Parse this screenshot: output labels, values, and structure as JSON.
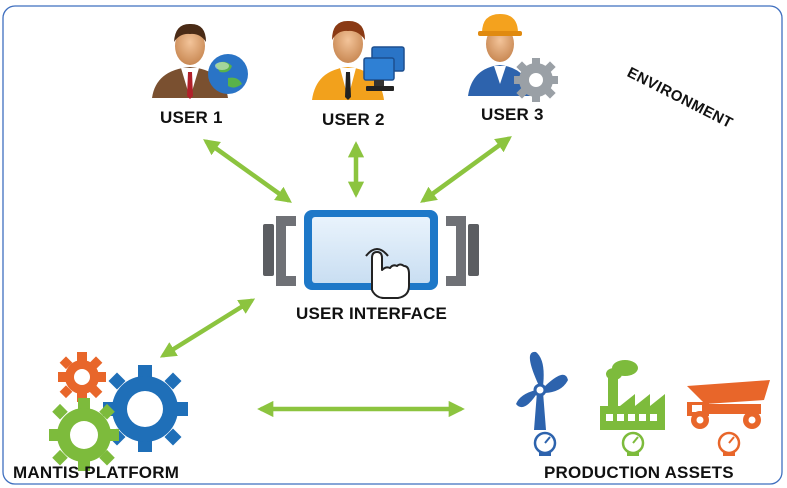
{
  "environment_label": "ENVIRONMENT",
  "users": [
    {
      "label": "USER 1",
      "icon": "businessman-globe-icon"
    },
    {
      "label": "USER 2",
      "icon": "businessman-computer-icon"
    },
    {
      "label": "USER 3",
      "icon": "engineer-gear-icon"
    }
  ],
  "user_interface": {
    "label": "USER INTERFACE",
    "icon": "touch-screen-icon"
  },
  "platform": {
    "label": "MANTIS PLATFORM",
    "icon": "gears-icon"
  },
  "assets": {
    "label": "PRODUCTION ASSETS",
    "items": [
      "wind-turbine-icon",
      "factory-icon",
      "mining-truck-icon"
    ]
  },
  "colors": {
    "arrow": "#8cc43f",
    "frame": "#3f6fbf",
    "blue": "#1f6fb8",
    "orange": "#e8662a",
    "green": "#7dbb3c"
  }
}
